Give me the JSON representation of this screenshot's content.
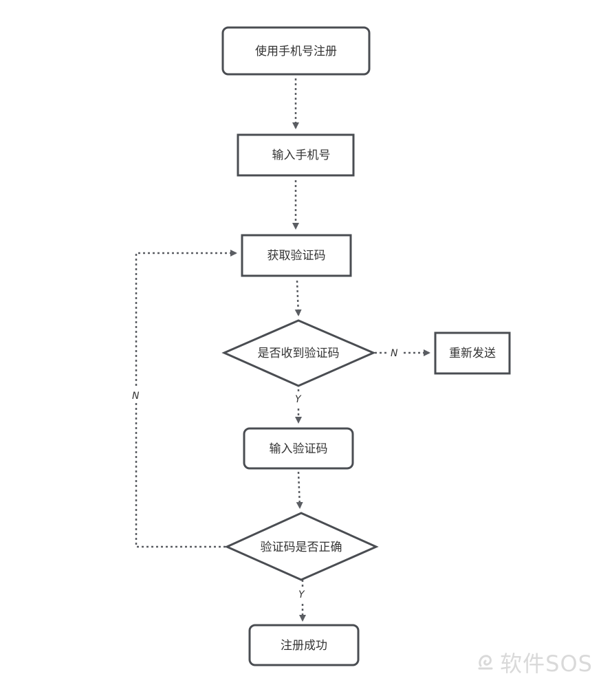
{
  "nodes": {
    "start": "使用手机号注册",
    "input_phone": "输入手机号",
    "get_code": "获取验证码",
    "received_decision": "是否收到验证码",
    "resend": "重新发送",
    "input_code": "输入验证码",
    "correct_decision": "验证码是否正确",
    "success": "注册成功"
  },
  "edge_labels": {
    "received_no": "N",
    "received_yes": "Y",
    "correct_no": "N",
    "correct_yes": "Y"
  },
  "watermark": {
    "text": "软件SOS",
    "icon": "swirl-logo-icon"
  },
  "colors": {
    "stroke": "#4a4d52",
    "text": "#333333",
    "watermark": "#d9d9d9"
  }
}
